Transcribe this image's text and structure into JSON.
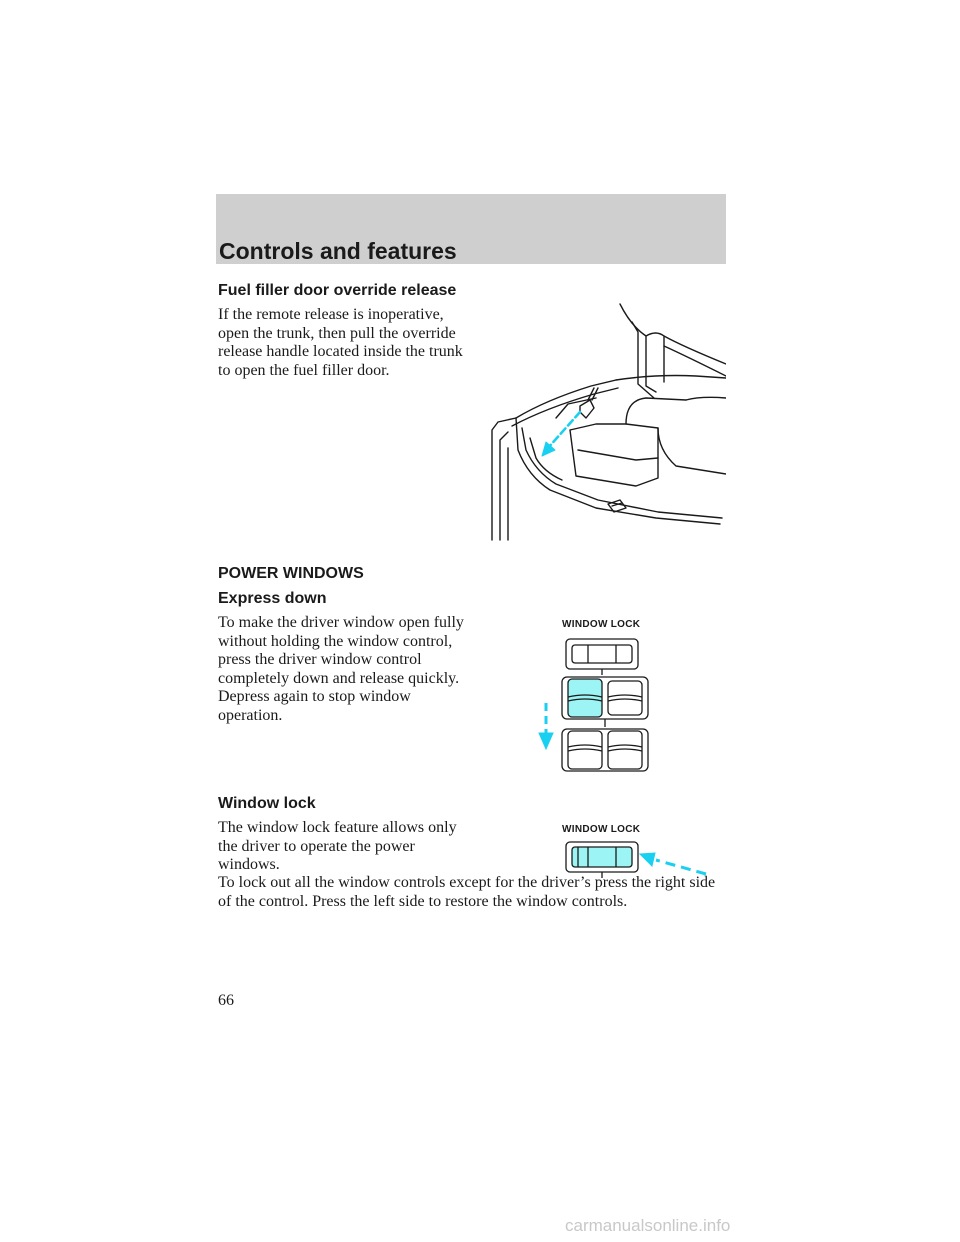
{
  "header": {
    "title": "Controls and features"
  },
  "fuel_section": {
    "heading": "Fuel filler door override release",
    "text": "If the remote release is inoperative, open the trunk, then pull the override release handle located inside the trunk to open the fuel filler door."
  },
  "power_windows": {
    "heading": "POWER WINDOWS",
    "express_down": {
      "heading": "Express down",
      "text": "To make the driver window open fully without holding the window control, press the driver window control completely down and release quickly. Depress again to stop window operation.",
      "figure_label": "WINDOW LOCK"
    },
    "window_lock": {
      "heading": "Window lock",
      "text1": "The window lock feature allows only the driver to operate the power windows.",
      "text2": "To lock out all the window controls except for the driver’s press the right side of the control. Press the left side to restore the window controls.",
      "figure_label": "WINDOW LOCK"
    }
  },
  "colors": {
    "highlight": "#9cf4f4",
    "arrow": "#1ad0f0",
    "header_band": "#cfcfcf"
  },
  "page_number": "66",
  "watermark": "carmanualsonline.info"
}
